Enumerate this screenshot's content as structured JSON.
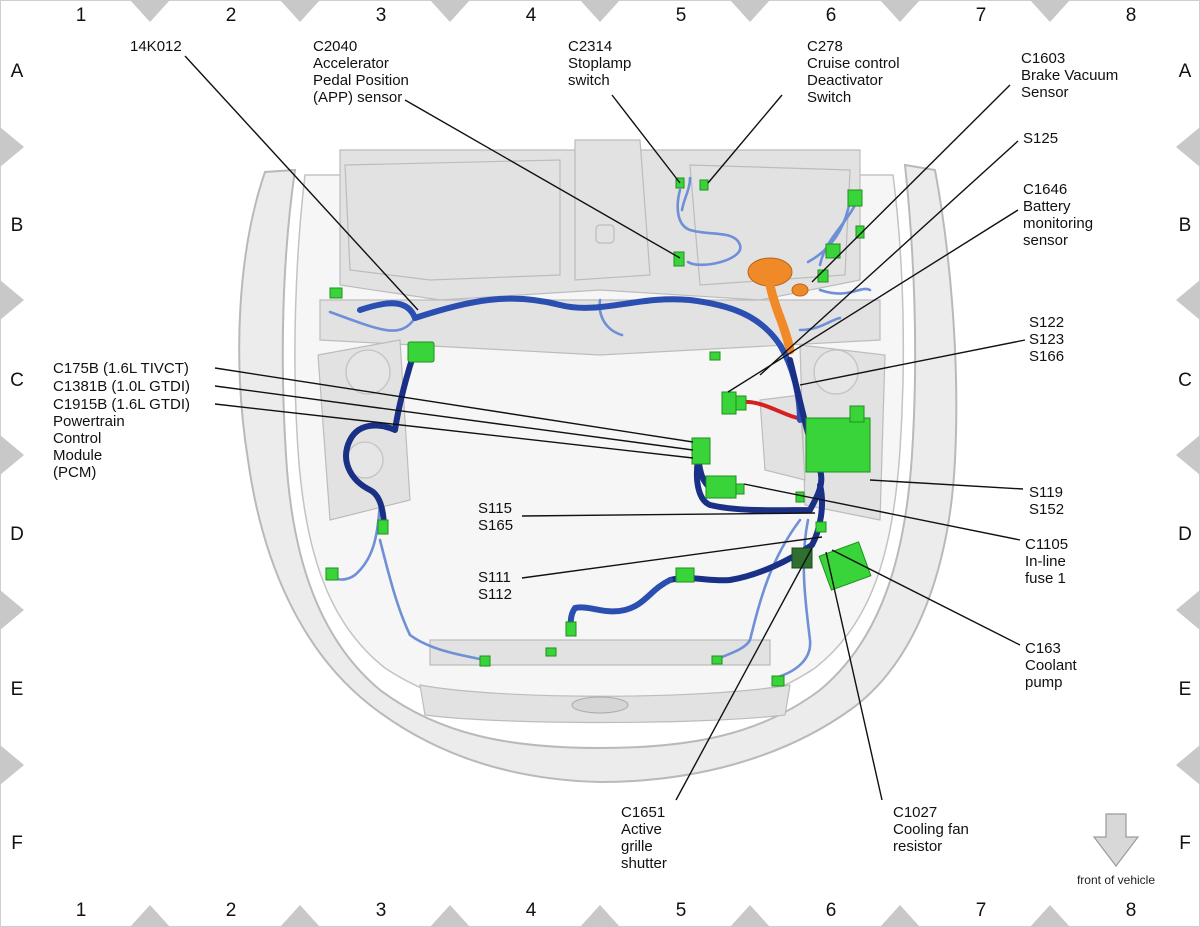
{
  "grid": {
    "columns": [
      "1",
      "2",
      "3",
      "4",
      "5",
      "6",
      "7",
      "8"
    ],
    "rows": [
      "A",
      "B",
      "C",
      "D",
      "E",
      "F"
    ]
  },
  "colors": {
    "harness_main": "#2b4fb0",
    "harness_dark": "#1a2f86",
    "harness_branch": "#6f8fd6",
    "connector": "#39d439",
    "battery_cable": "#d42020",
    "brake_booster_hose": "#f08a28",
    "vehicle_body": "#ececec"
  },
  "labels": {
    "l14k012": [
      "14K012"
    ],
    "c2040": [
      "C2040",
      "Accelerator",
      "Pedal Position",
      "(APP) sensor"
    ],
    "c2314": [
      "C2314",
      "Stoplamp",
      "switch"
    ],
    "c278": [
      "C278",
      "Cruise control",
      "Deactivator",
      "Switch"
    ],
    "c1603": [
      "C1603",
      "Brake Vacuum",
      "Sensor"
    ],
    "s125": [
      "S125"
    ],
    "c1646": [
      "C1646",
      "Battery",
      "monitoring",
      "sensor"
    ],
    "s122": [
      "S122",
      "S123",
      "S166"
    ],
    "pcm": [
      "C175B (1.6L TIVCT)",
      "C1381B (1.0L GTDI)",
      "C1915B (1.6L GTDI)",
      "Powertrain",
      "Control",
      "Module",
      "(PCM)"
    ],
    "s119": [
      "S119",
      "S152"
    ],
    "s115": [
      "S115",
      "S165"
    ],
    "c1105": [
      "C1105",
      "In-line",
      "fuse 1"
    ],
    "s111": [
      "S111",
      "S112"
    ],
    "c163": [
      "C163",
      "Coolant",
      "pump"
    ],
    "c1651": [
      "C1651",
      "Active",
      "grille",
      "shutter"
    ],
    "c1027": [
      "C1027",
      "Cooling fan",
      "resistor"
    ]
  },
  "orientation": {
    "text": "front of vehicle",
    "icon": "down-arrow-icon"
  }
}
